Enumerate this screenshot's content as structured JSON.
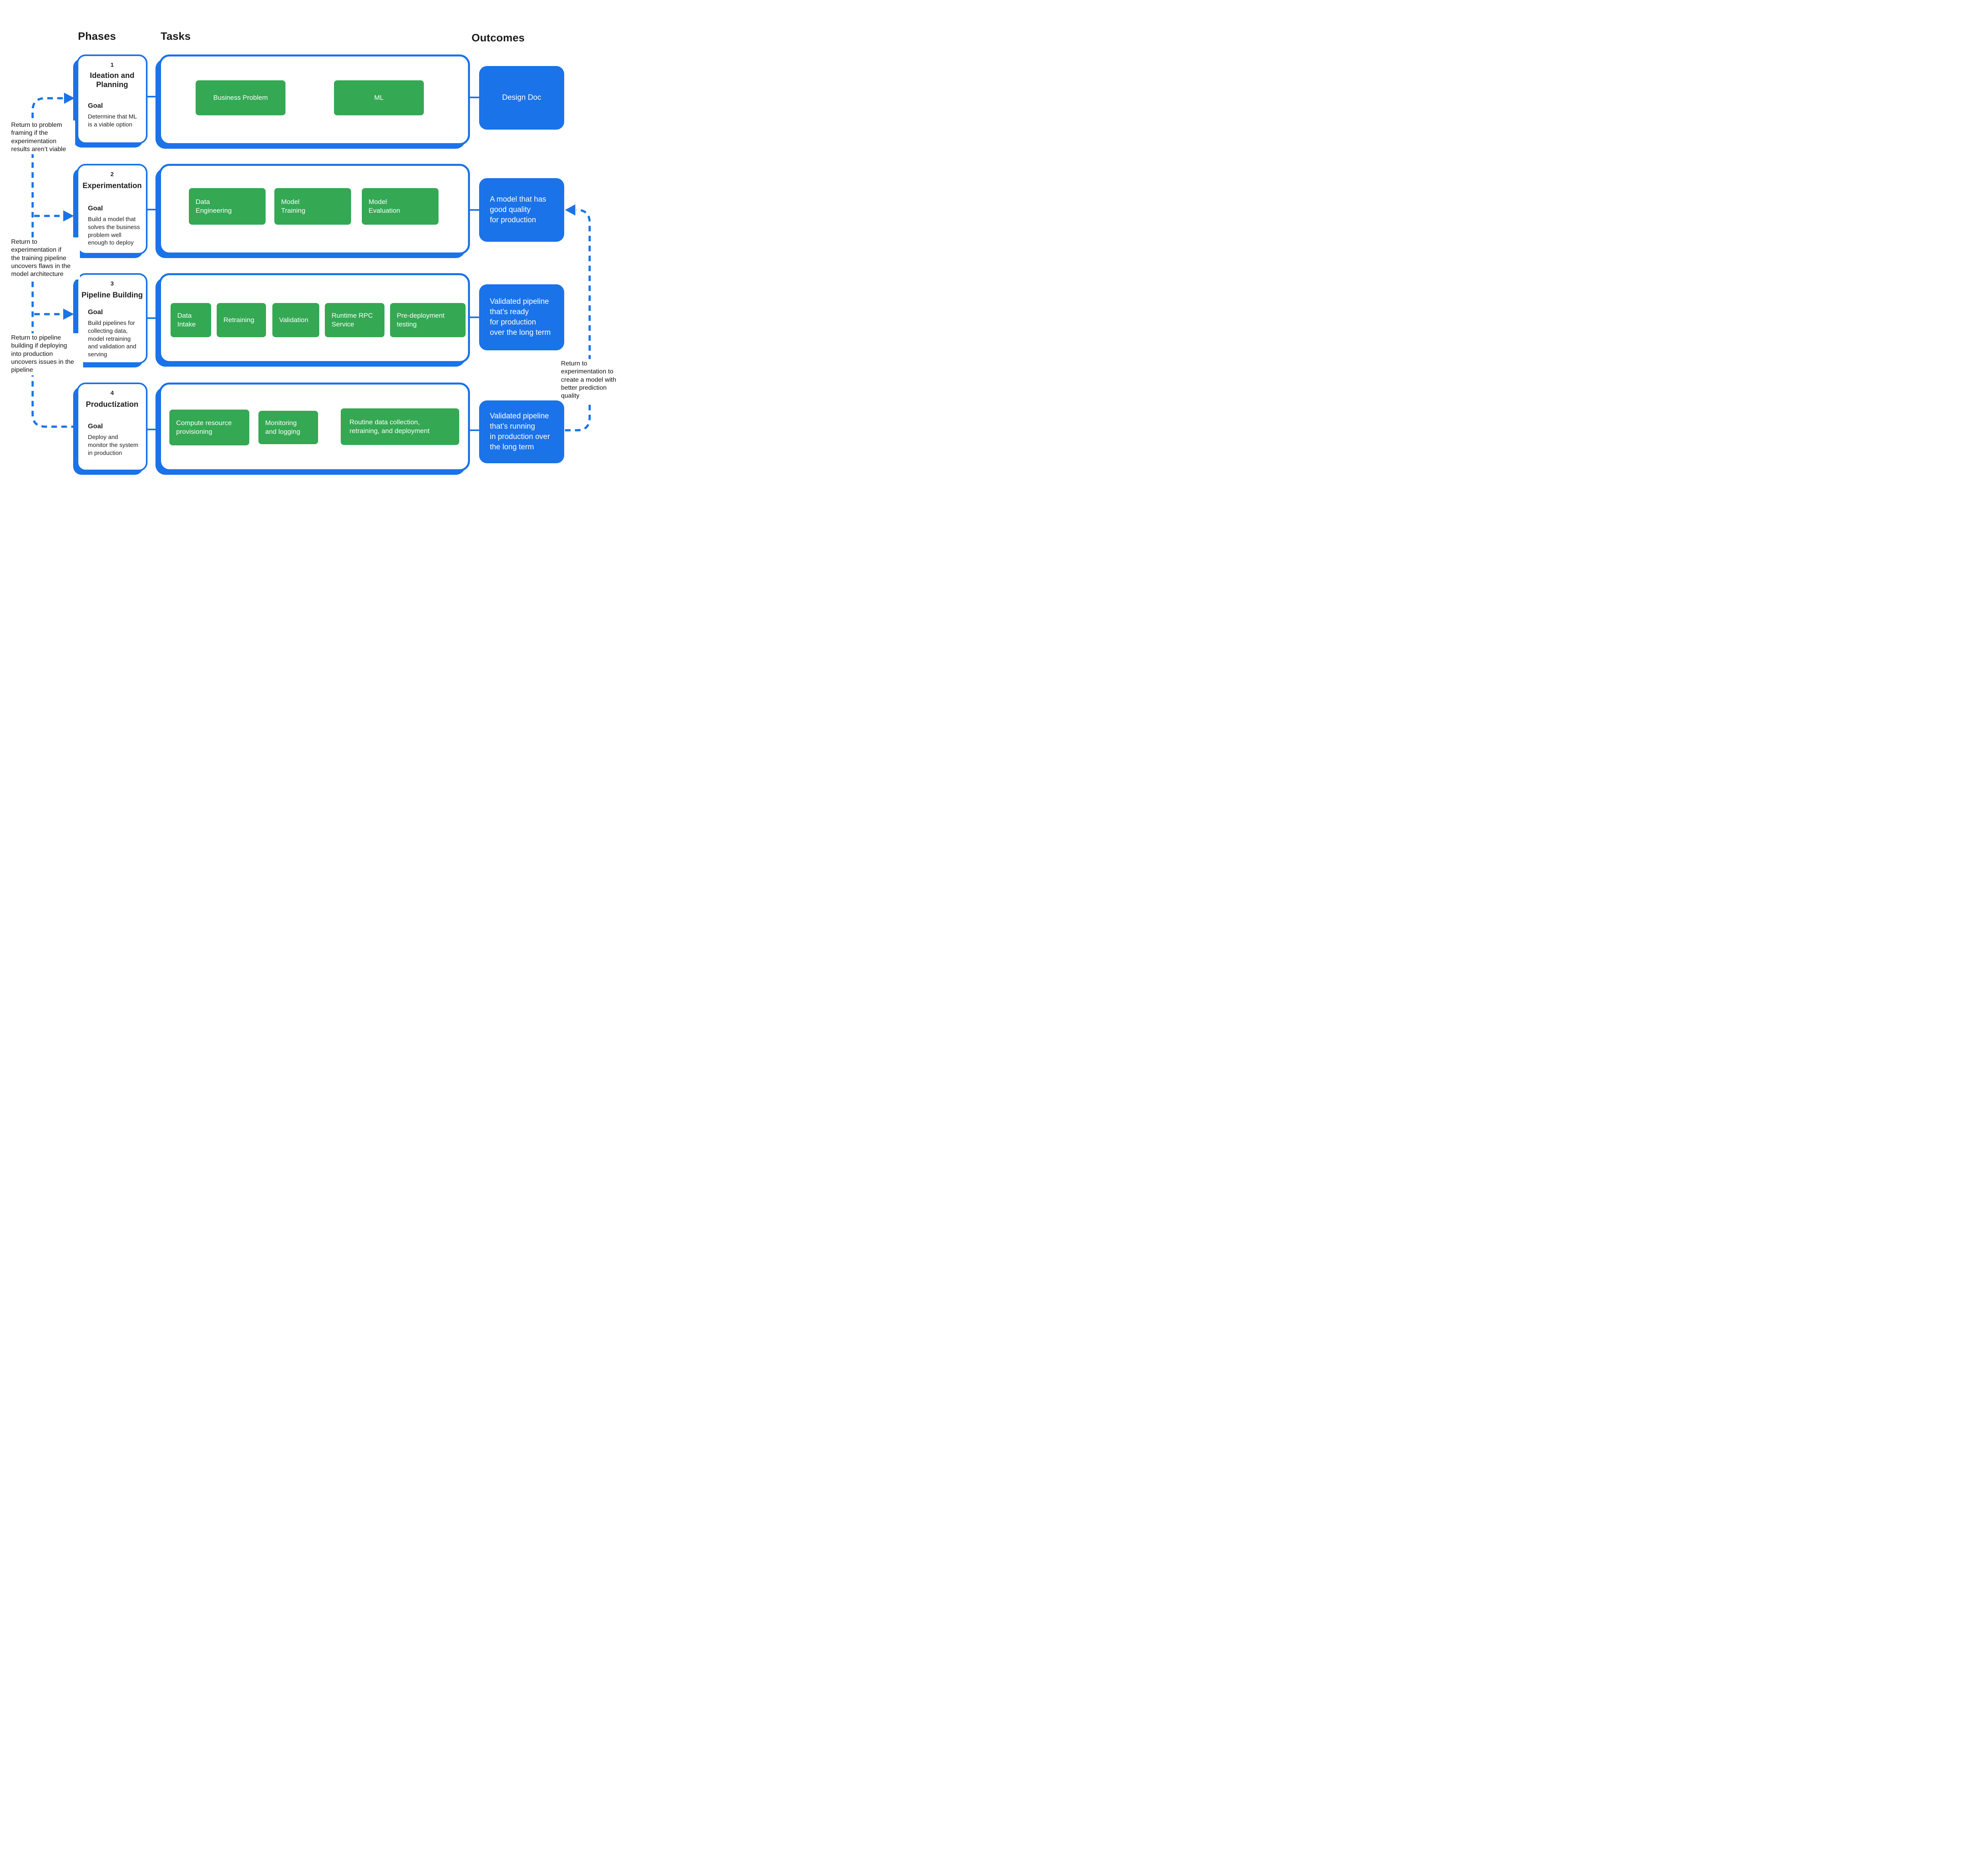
{
  "headers": {
    "phases": "Phases",
    "tasks": "Tasks",
    "outcomes": "Outcomes"
  },
  "colors": {
    "blue": "#1a73e8",
    "green": "#34a853",
    "text": "#1f1f1f"
  },
  "phases": [
    {
      "number": "1",
      "title": "Ideation and\nPlanning",
      "goal_label": "Goal",
      "goal": "Determine that ML\nis a viable option",
      "tasks": [
        "Business Problem",
        "ML"
      ],
      "outcome": "Design Doc"
    },
    {
      "number": "2",
      "title": "Experimentation",
      "goal_label": "Goal",
      "goal": "Build a model that\nsolves the business\nproblem well\nenough to deploy",
      "tasks": [
        "Data\nEngineering",
        "Model\nTraining",
        "Model\nEvaluation"
      ],
      "outcome": "A model that has\ngood quality\nfor production"
    },
    {
      "number": "3",
      "title": "Pipeline Building",
      "goal_label": "Goal",
      "goal": "Build pipelines for\ncollecting data,\nmodel retraining\nand validation and\nserving",
      "tasks": [
        "Data\nIntake",
        "Retraining",
        "Validation",
        "Runtime RPC\nService",
        "Pre-deployment\ntesting"
      ],
      "outcome": "Validated pipeline\nthat’s ready\nfor production\nover the long term"
    },
    {
      "number": "4",
      "title": "Productization",
      "goal_label": "Goal",
      "goal": "Deploy and\nmonitor the system\nin production",
      "tasks": [
        "Compute resource\nprovisioning",
        "Monitoring\nand logging",
        "Routine data collection,\nretraining, and deployment"
      ],
      "outcome": "Validated pipeline\nthat’s running\nin production over\nthe long term"
    }
  ],
  "annotations": {
    "left": [
      "Return to problem\nframing if the\nexperimentation\nresults aren’t viable",
      "Return to\nexperimentation if\nthe training pipeline\nuncovers flaws in the\nmodel architecture",
      "Return to pipeline\nbuilding if deploying\ninto production\nuncovers issues in the\npipeline"
    ],
    "right": "Return to\nexperimentation to\ncreate a model with\nbetter prediction\nquality"
  }
}
